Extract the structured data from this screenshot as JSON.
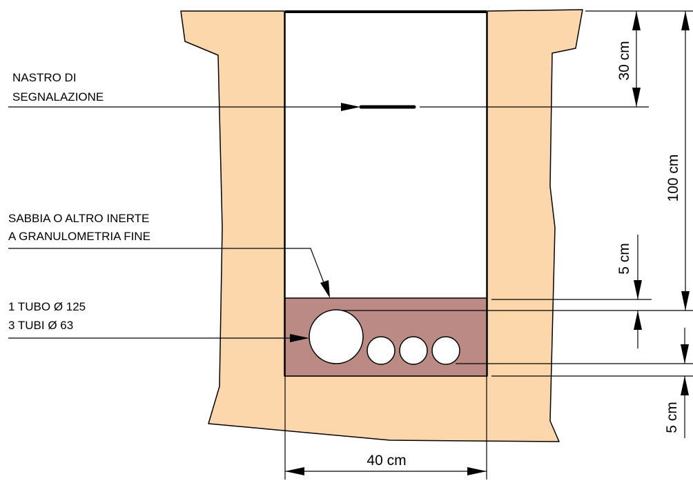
{
  "labels": {
    "tape_line1": "NASTRO DI",
    "tape_line2": "SEGNALAZIONE",
    "sand_line1": "SABBIA O ALTRO INERTE",
    "sand_line2": "A GRANULOMETRIA FINE",
    "pipes_line1": "1 TUBO Ø 125",
    "pipes_line2": "3 TUBI Ø 63"
  },
  "dimensions": {
    "tape_depth": "30 cm",
    "total_depth": "100 cm",
    "sand_cover": "5 cm",
    "bottom_bed": "5 cm",
    "trench_width": "40 cm"
  },
  "colors": {
    "soil": "#fcd7ab",
    "sand_bed": "#bb8a84",
    "line": "#000000",
    "pipe": "#ffffff"
  }
}
